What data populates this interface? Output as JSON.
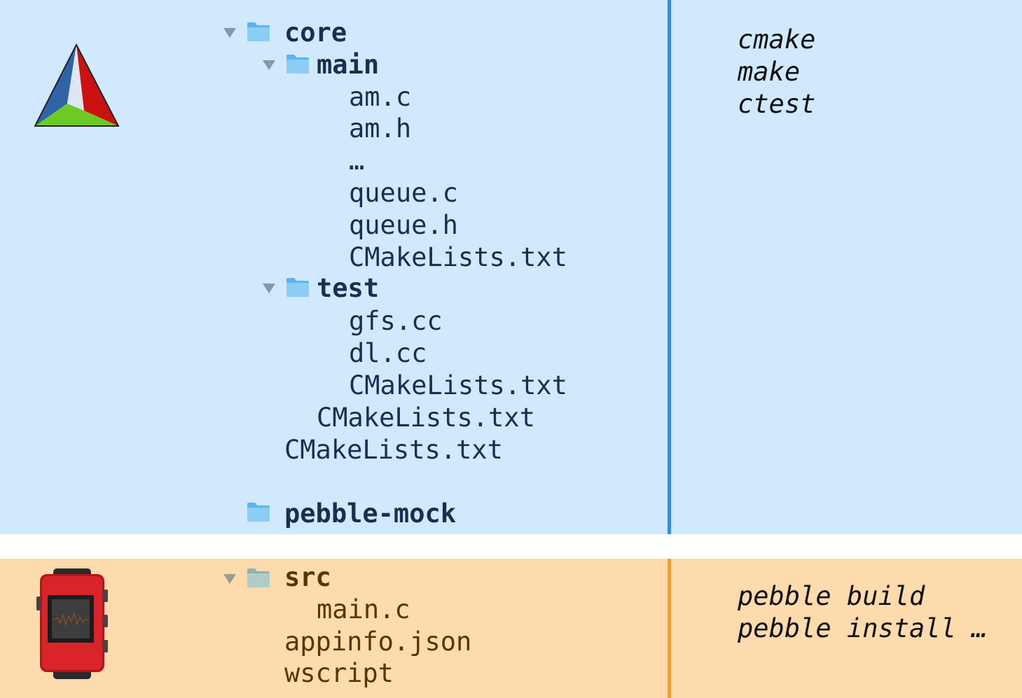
{
  "cmake_section": {
    "tree": {
      "core": "core",
      "main": "main",
      "am_c": "am.c",
      "am_h": "am.h",
      "ellipsis": "…",
      "queue_c": "queue.c",
      "queue_h": "queue.h",
      "main_cmakelists": "CMakeLists.txt",
      "test": "test",
      "gfs_cc": "gfs.cc",
      "dl_cc": "dl.cc",
      "test_cmakelists": "CMakeLists.txt",
      "core_cmakelists": "CMakeLists.txt",
      "root_cmakelists": "CMakeLists.txt",
      "pebble_mock": "pebble-mock"
    },
    "commands": [
      "cmake",
      "make",
      "ctest"
    ],
    "accent_color": "#1e90ff",
    "background_color": "#d0e9fc",
    "logo_icon": "cmake-logo-icon"
  },
  "pebble_section": {
    "tree": {
      "src": "src",
      "main_c": "main.c",
      "appinfo_json": "appinfo.json",
      "wscript": "wscript"
    },
    "commands": [
      "pebble build",
      "pebble install …"
    ],
    "accent_color": "#ff9a1a",
    "background_color": "#fddbac",
    "logo_icon": "pebble-watch-icon"
  }
}
